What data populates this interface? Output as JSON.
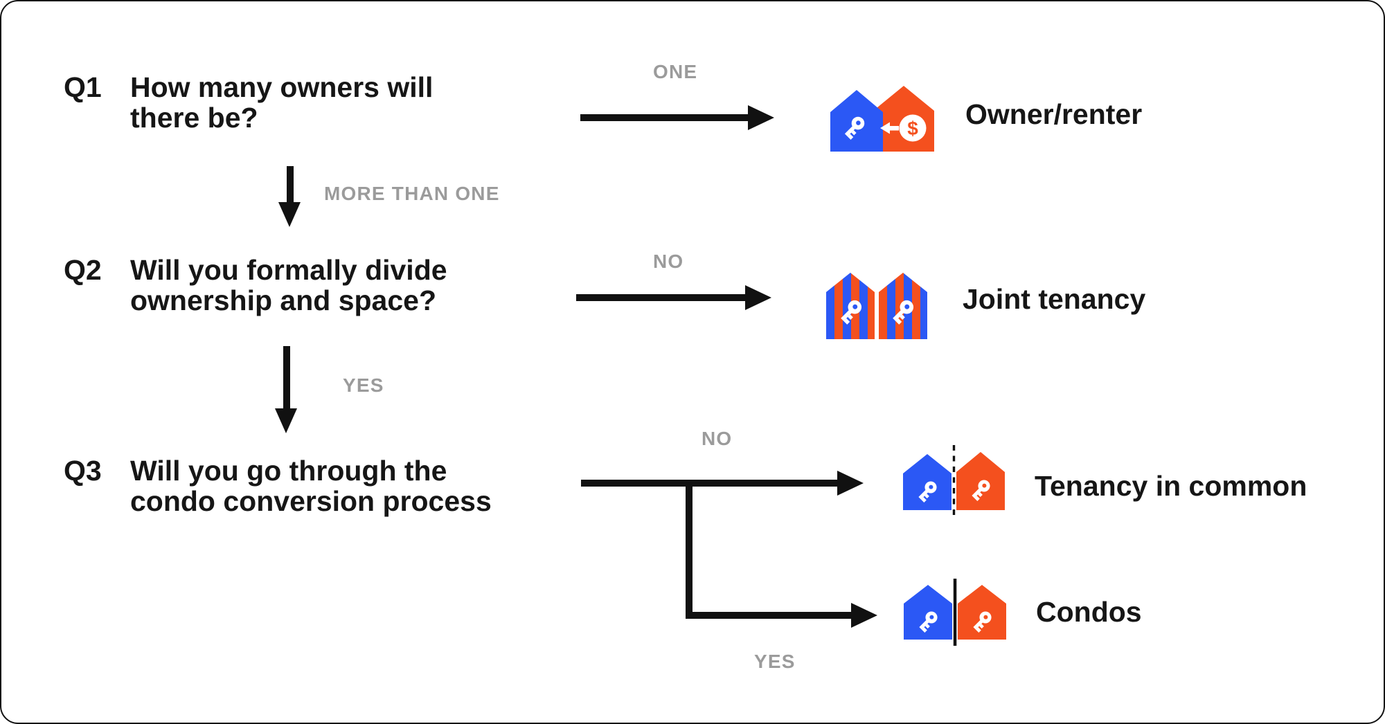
{
  "colors": {
    "blue": "#2B58F5",
    "orange": "#F4501E",
    "text_black": "#161616",
    "label_gray": "#9B9B9B",
    "arrow_black": "#111111",
    "background": "#FFFFFF"
  },
  "flowchart": {
    "q1": {
      "id": "Q1",
      "line1": "How many owners will",
      "line2": "there be?"
    },
    "q2": {
      "id": "Q2",
      "line1": "Will you formally divide",
      "line2": "ownership and space?"
    },
    "q3": {
      "id": "Q3",
      "line1": "Will you go through the",
      "line2": "condo conversion process"
    },
    "labels": {
      "one": "ONE",
      "more_than_one": "MORE THAN ONE",
      "no_q2": "NO",
      "yes_q2": "YES",
      "no_q3": "NO",
      "yes_q3": "YES"
    },
    "outcomes": {
      "owner_renter": "Owner/renter",
      "joint_tenancy": "Joint tenancy",
      "tenancy_in_common": "Tenancy in common",
      "condos": "Condos"
    }
  },
  "icons": {
    "owner_renter": "blue-house-with-key-receiving-dollar-from-orange-house",
    "joint_tenancy": "two-blue-orange-striped-houses-with-keys",
    "tenancy_in_common": "blue-and-orange-houses-with-dashed-divider",
    "condos": "blue-and-orange-houses-with-solid-divider",
    "dollar_symbol": "$"
  }
}
